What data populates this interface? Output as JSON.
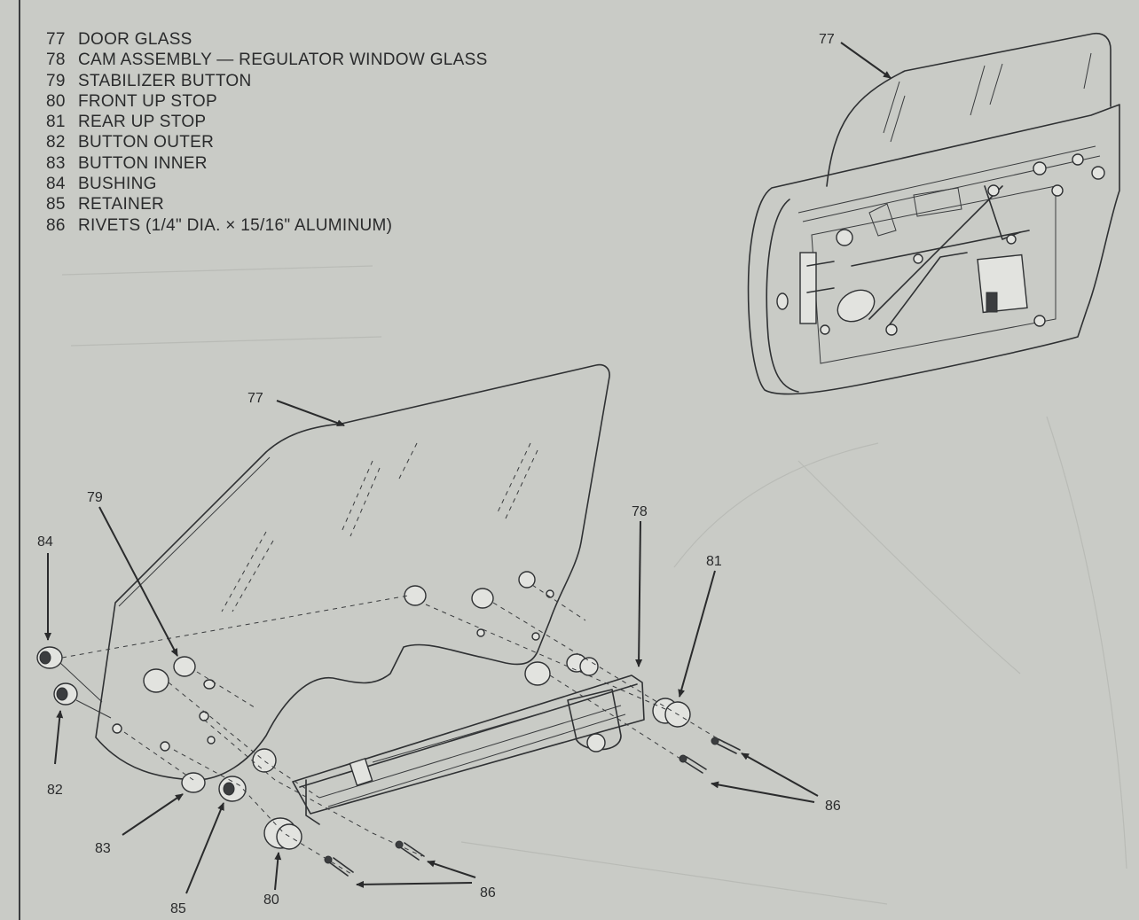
{
  "legend": [
    {
      "num": "77",
      "label": "DOOR GLASS"
    },
    {
      "num": "78",
      "label": "CAM ASSEMBLY — REGULATOR WINDOW GLASS"
    },
    {
      "num": "79",
      "label": "STABILIZER BUTTON"
    },
    {
      "num": "80",
      "label": "FRONT UP STOP"
    },
    {
      "num": "81",
      "label": "REAR UP STOP"
    },
    {
      "num": "82",
      "label": "BUTTON OUTER"
    },
    {
      "num": "83",
      "label": "BUTTON INNER"
    },
    {
      "num": "84",
      "label": "BUSHING"
    },
    {
      "num": "85",
      "label": "RETAINER"
    },
    {
      "num": "86",
      "label": "RIVETS (1/4\" DIA. × 15/16\" ALUMINUM)"
    }
  ],
  "callouts": {
    "glass_top": "77",
    "glass_main": "77",
    "cam": "78",
    "stabilizer": "79",
    "rear_stop": "81",
    "bushing": "84",
    "outer": "82",
    "inner": "83",
    "retainer": "85",
    "front_stop": "80",
    "rivets_bottom": "86",
    "rivets_right": "86"
  },
  "colors": {
    "paper": "#c9cbc6",
    "ink": "#2f3133"
  }
}
